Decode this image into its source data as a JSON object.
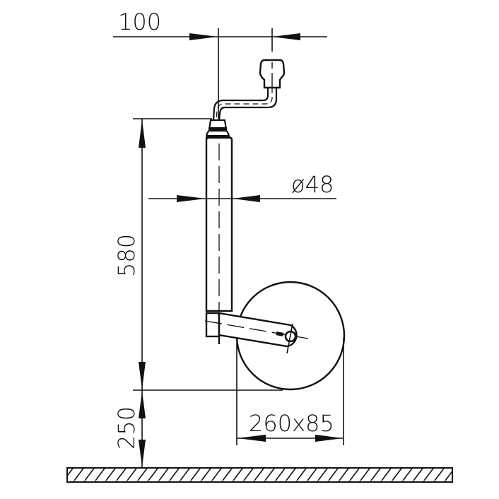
{
  "diagram": {
    "type": "technical-drawing",
    "subject": "trailer jockey wheel",
    "line_color": "#111111",
    "background": "#ffffff",
    "dimensions": {
      "handle_offset": "100",
      "tube_diameter": "ø48",
      "tube_height": "580",
      "ground_clearance": "250",
      "wheel_size": "260x85"
    },
    "components": [
      "crank-handle",
      "handle-knob",
      "support-tube",
      "swivel-arm",
      "wheel",
      "ground"
    ]
  }
}
